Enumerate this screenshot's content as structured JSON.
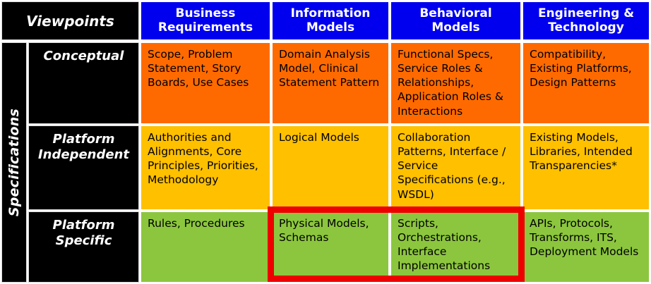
{
  "matrix": {
    "corner_label": "Viewpoints",
    "side_label": "Specifications",
    "columns": [
      {
        "id": "business-requirements",
        "label": "Business Requirements"
      },
      {
        "id": "information-models",
        "label": "Information Models"
      },
      {
        "id": "behavioral-models",
        "label": "Behavioral Models"
      },
      {
        "id": "engineering-technology",
        "label": "Engineering & Technology"
      }
    ],
    "rows": [
      {
        "id": "conceptual",
        "label": "Conceptual",
        "tone": "orange",
        "color": "#ff6a00",
        "cells": [
          "Scope, Problem Statement, Story Boards, Use Cases",
          "Domain Analysis Model, Clinical Statement Pattern",
          "Functional Specs, Service Roles & Relationships, Application Roles & Interactions",
          "Compatibility, Existing Platforms, Design Patterns"
        ]
      },
      {
        "id": "platform-independent",
        "label": "Platform Independent",
        "tone": "amber",
        "color": "#ffc000",
        "cells": [
          "Authorities and Alignments,  Core Principles, Priorities, Methodology",
          "Logical Models",
          "Collaboration Patterns, Interface / Service Specifications (e.g., WSDL)",
          "Existing Models, Libraries, Intended Transparencies*"
        ]
      },
      {
        "id": "platform-specific",
        "label": "Platform Specific",
        "tone": "green",
        "color": "#8cc63e",
        "cells": [
          "Rules, Procedures",
          "Physical Models, Schemas",
          "Scripts, Orchestrations, Interface Implementations",
          "APIs, Protocols, Transforms, ITS, Deployment Models"
        ]
      }
    ],
    "highlight": {
      "name": "platform-specific-models-highlight",
      "color": "#ee0000",
      "covers": [
        "information-models",
        "behavioral-models"
      ],
      "row": "platform-specific"
    },
    "header_color": "#0000ee",
    "label_color": "#000000"
  }
}
